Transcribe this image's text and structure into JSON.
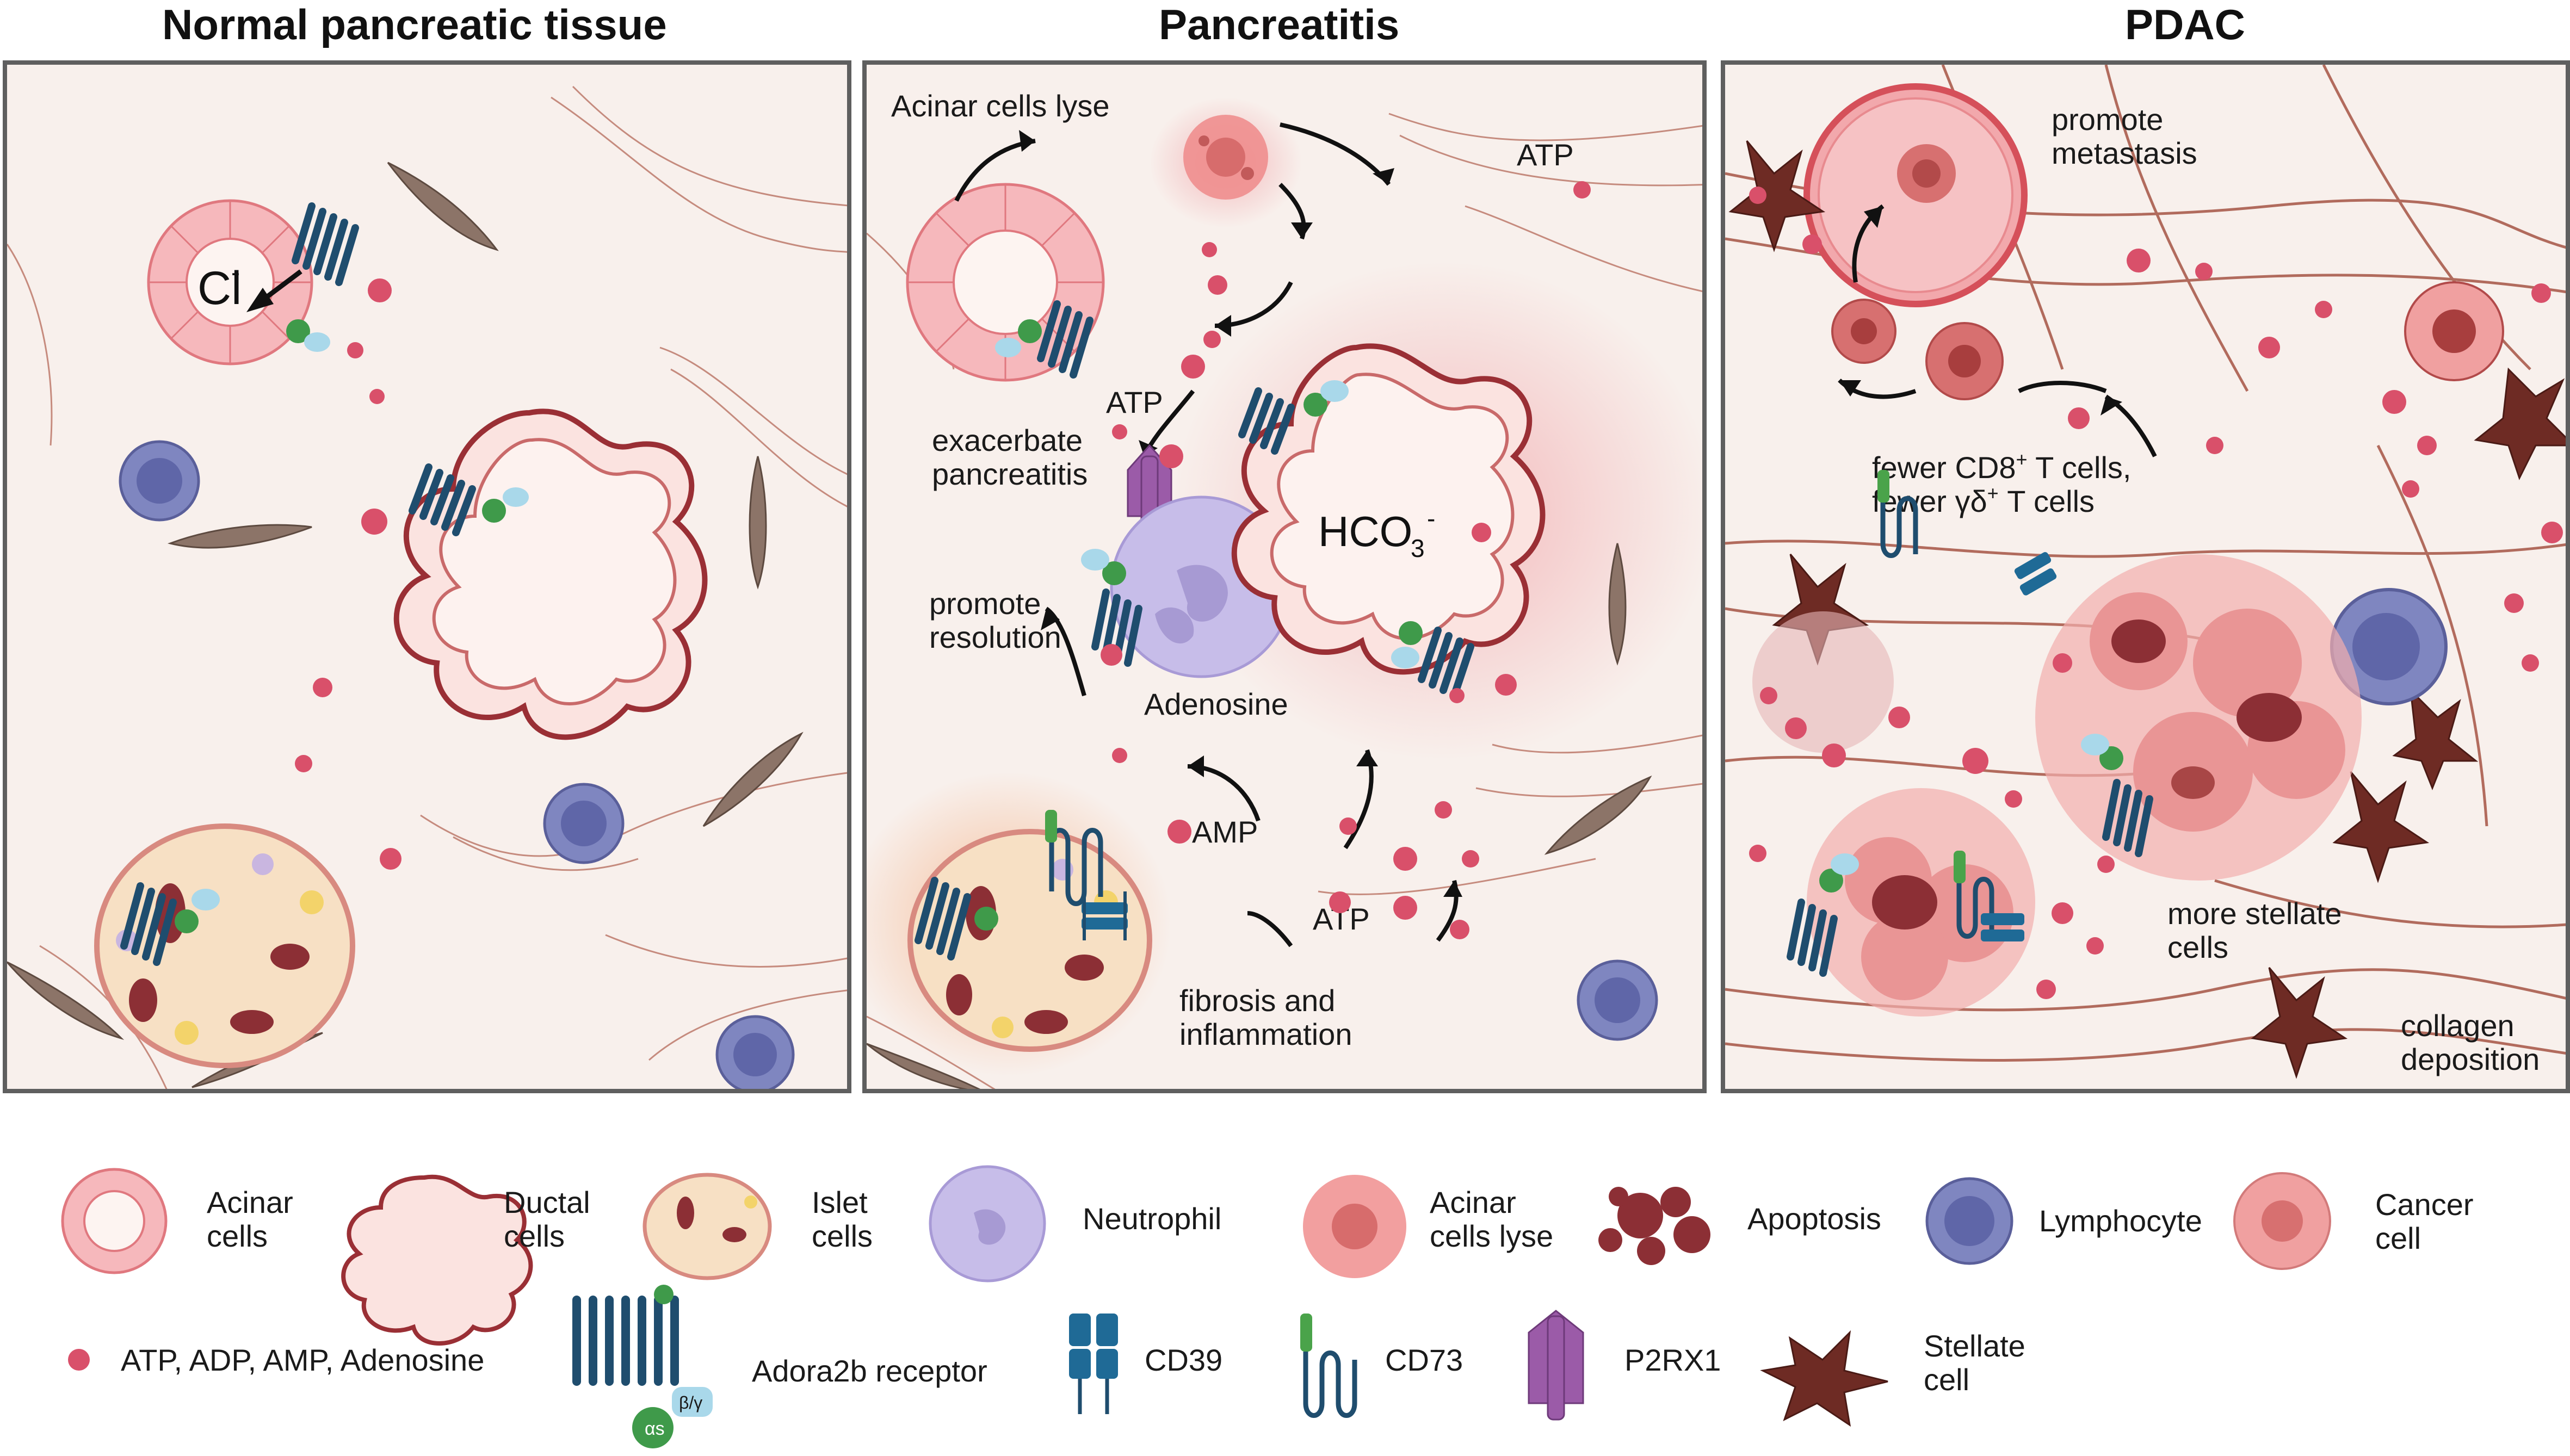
{
  "titles": {
    "normal": "Normal pancreatic tissue",
    "pancreatitis": "Pancreatitis",
    "pdac": "PDAC"
  },
  "panel1": {
    "chloride": "Cl",
    "chloride_sup": "-"
  },
  "panel2": {
    "acinar_lyse": "Acinar cells lyse",
    "atp_top": "ATP",
    "atp_left": "ATP",
    "exacerbate_1": "exacerbate",
    "exacerbate_2": "pancreatitis",
    "promote_1": "promote",
    "promote_2": "resolution",
    "adenosine": "Adenosine",
    "amp": "AMP",
    "atp_bottom": "ATP",
    "fibrosis_1": "fibrosis and",
    "fibrosis_2": "inflammation",
    "hco3": "HCO",
    "hco3_sub": "3",
    "hco3_sup": "-"
  },
  "panel3": {
    "metastasis_1": "promote",
    "metastasis_2": "metastasis",
    "cd8_a": "fewer CD8",
    "cd8_sup": "+",
    "cd8_b": " T cells,",
    "gd_a": "fewer γδ",
    "gd_sup": "+",
    "gd_b": " T cells",
    "stellate_1": "more stellate",
    "stellate_2": "cells",
    "collagen_1": "collagen",
    "collagen_2": "deposition"
  },
  "receptor": {
    "alpha": "αs",
    "beta": "β/γ"
  },
  "legend": {
    "acinar": [
      "Acinar",
      "cells"
    ],
    "ductal": [
      "Ductal",
      "cells"
    ],
    "islet": [
      "Islet",
      "cells"
    ],
    "neutrophil": "Neutrophil",
    "acinar_lyse": [
      "Acinar",
      "cells lyse"
    ],
    "apoptosis": "Apoptosis",
    "lymphocyte": "Lymphocyte",
    "cancer": [
      "Cancer",
      "cell"
    ],
    "nucleotides": "ATP, ADP, AMP, Adenosine",
    "adora2b": "Adora2b receptor",
    "cd39": "CD39",
    "cd73": "CD73",
    "p2rx1": "P2RX1",
    "stellate": [
      "Stellate",
      "cell"
    ]
  },
  "colors": {
    "background": "#f8f0ec",
    "border": "#5f5f5f",
    "nucleotide": "#d9506a",
    "receptor": "#1f4d6e",
    "alpha": "#3f9a4a",
    "beta": "#a9d8ea",
    "lymphocyte": "#7f86c0",
    "neutrophil": "#c7bde9",
    "stellate": "#6e2b24",
    "fibroblast": "#8c7468",
    "collagen": "#a04a3a",
    "p2rx1": "#9b5ba8"
  }
}
